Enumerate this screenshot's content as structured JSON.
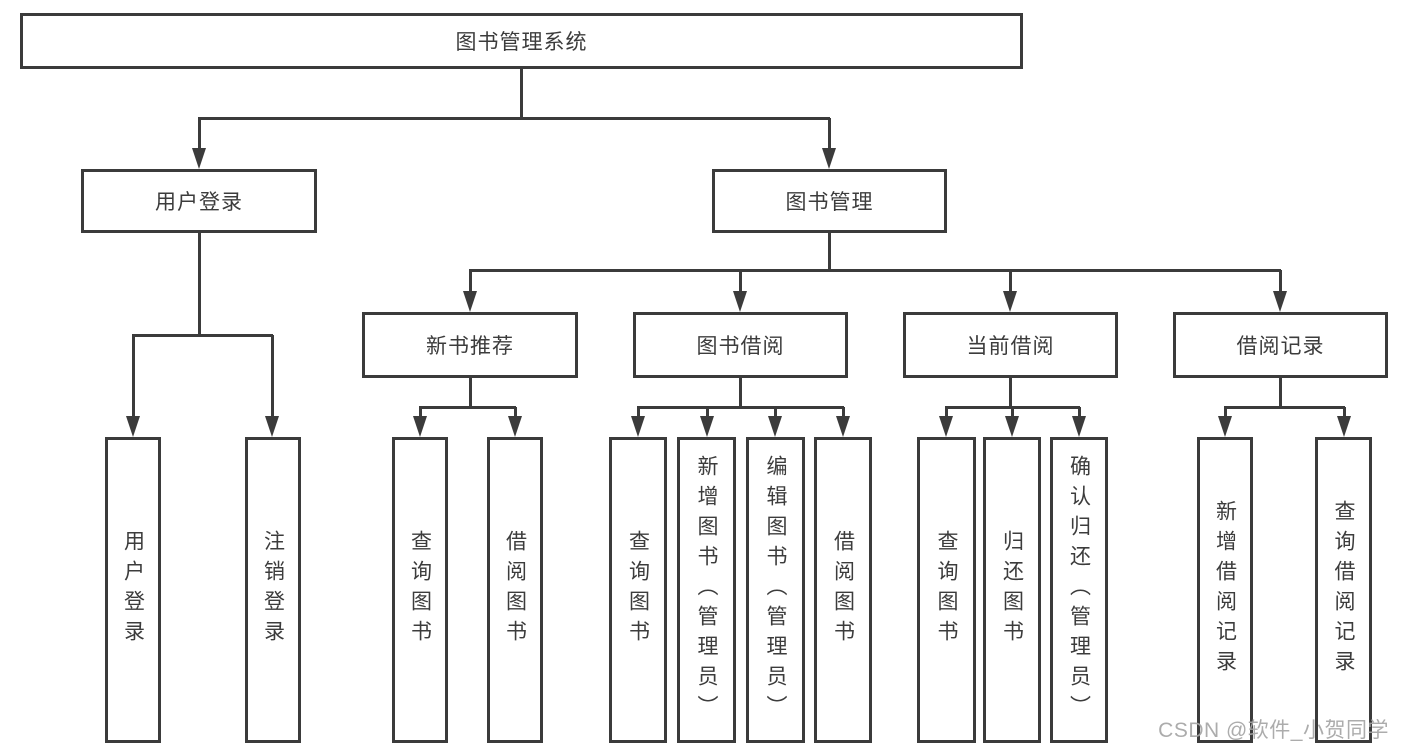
{
  "diagram": {
    "root": {
      "label": "图书管理系统"
    },
    "branches": [
      {
        "label": "用户登录",
        "children": [
          "用户登录",
          "注销登录"
        ]
      },
      {
        "label": "图书管理",
        "children": [
          {
            "label": "新书推荐",
            "children": [
              "查询图书",
              "借阅图书"
            ]
          },
          {
            "label": "图书借阅",
            "children": [
              "查询图书",
              "新增图书（管理员）",
              "编辑图书（管理员）",
              "借阅图书"
            ]
          },
          {
            "label": "当前借阅",
            "children": [
              "查询图书",
              "归还图书",
              "确认归还（管理员）"
            ]
          },
          {
            "label": "借阅记录",
            "children": [
              "新增借阅记录",
              "查询借阅记录"
            ]
          }
        ]
      }
    ]
  },
  "watermark": "CSDN @软件_小贺同学",
  "colors": {
    "line": "#3b3b3b",
    "text": "#3c3c3c",
    "watermark": "#a6a6a6",
    "background": "#ffffff"
  }
}
